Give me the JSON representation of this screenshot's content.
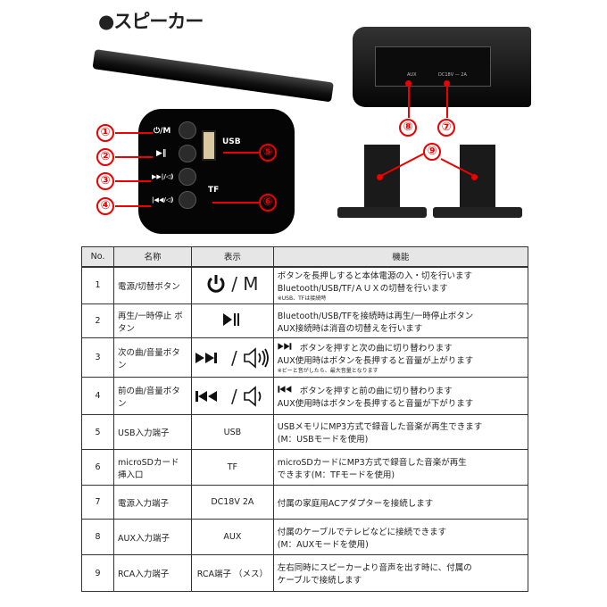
{
  "title": "●スピーカー",
  "photo_labels": {
    "usb": "USB",
    "tf": "TF",
    "aux": "AUX",
    "dc": "DC18V — 2A",
    "power_m": "⏻/M"
  },
  "callouts": [
    "①",
    "②",
    "③",
    "④",
    "⑤",
    "⑥",
    "⑦",
    "⑧",
    "⑨"
  ],
  "table": {
    "headers": [
      "No.",
      "名称",
      "表示",
      "機能"
    ],
    "rows": [
      {
        "no": "1",
        "name": "電源/切替ボタン",
        "display": "/ M",
        "display_icon": "power-icon",
        "func": [
          "ボタンを長押しすると本体電源の入・切を行います",
          "Bluetooth/USB/TF/ＡＵＸの切替を行います"
        ],
        "note": "※USB、TFは接続時"
      },
      {
        "no": "2",
        "name": "再生/一時停止 ボタン",
        "display": "",
        "display_icon": "play-pause-icon",
        "func": [
          "Bluetooth/USB/TFを接続時は再生/一時停止ボタン",
          "AUX接続時は消音の切替えを行います"
        ],
        "note": ""
      },
      {
        "no": "3",
        "name": "次の曲/音量ボタン",
        "display": "/",
        "display_icon": "next-volume-up-icon",
        "func": [
          "ボタンを押すと次の曲に切り替わります",
          "AUX使用時はボタンを長押すると音量が上がります"
        ],
        "note": "※ビーと音がしたら、最大音量となります"
      },
      {
        "no": "4",
        "name": "前の曲/音量ボタン",
        "display": "/",
        "display_icon": "prev-volume-down-icon",
        "func": [
          "ボタンを押すと前の曲に切り替わります",
          "AUX使用時はボタンを長押すると音量が下がります"
        ],
        "note": ""
      },
      {
        "no": "5",
        "name": "USB入力端子",
        "display": "USB",
        "func": [
          "USBメモリにMP3方式で録音した音楽が再生できます",
          "(M：USBモードを使用)"
        ]
      },
      {
        "no": "6",
        "name": "microSDカード 挿入口",
        "display": "TF",
        "func": [
          "microSDカードにMP3方式で録音した音楽が再生",
          "できます(M：TFモードを使用)"
        ]
      },
      {
        "no": "7",
        "name": "電源入力端子",
        "display": "DC18V 2A",
        "func": [
          "付属の家庭用ACアダプターを接続します",
          ""
        ]
      },
      {
        "no": "8",
        "name": "AUX入力端子",
        "display": "AUX",
        "func": [
          "付属のケーブルでテレビなどに接続できます",
          "(M：AUXモードを使用)"
        ]
      },
      {
        "no": "9",
        "name": "RCA入力端子",
        "display": "RCA端子 （メス）",
        "func": [
          "左右同時にスピーカーより音声を出す時に、付属の",
          "ケーブルで接続します"
        ]
      }
    ]
  },
  "colors": {
    "accent": "#e00000",
    "header_bg": "#e6e6e6"
  }
}
